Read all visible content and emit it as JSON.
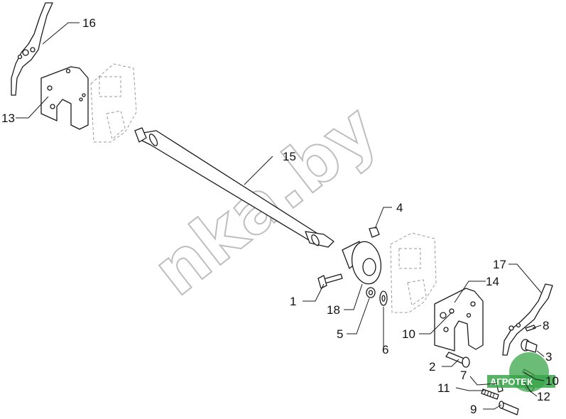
{
  "watermark": {
    "text": "nka.by"
  },
  "logo": {
    "text": "АГРОТЕК",
    "color": "#3aa64a"
  },
  "callouts": [
    {
      "id": "16",
      "label": "16"
    },
    {
      "id": "13",
      "label": "13"
    },
    {
      "id": "15",
      "label": "15"
    },
    {
      "id": "4",
      "label": "4"
    },
    {
      "id": "1",
      "label": "1"
    },
    {
      "id": "18",
      "label": "18"
    },
    {
      "id": "5",
      "label": "5"
    },
    {
      "id": "6",
      "label": "6"
    },
    {
      "id": "14",
      "label": "14"
    },
    {
      "id": "17",
      "label": "17"
    },
    {
      "id": "10a",
      "label": "10"
    },
    {
      "id": "8",
      "label": "8"
    },
    {
      "id": "3",
      "label": "3"
    },
    {
      "id": "2",
      "label": "2"
    },
    {
      "id": "7",
      "label": "7"
    },
    {
      "id": "10b",
      "label": "10"
    },
    {
      "id": "11",
      "label": "11"
    },
    {
      "id": "12",
      "label": "12"
    },
    {
      "id": "9",
      "label": "9"
    }
  ]
}
